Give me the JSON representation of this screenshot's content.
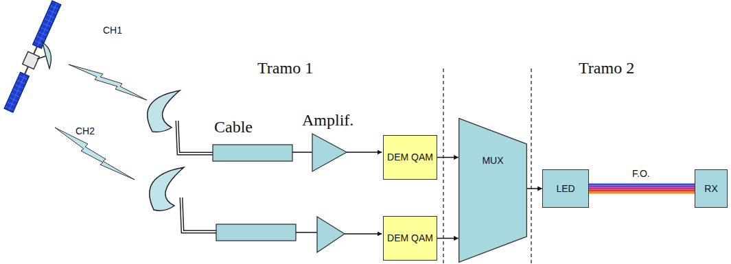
{
  "diagram": {
    "nodes": [
      {
        "text": [
          "DEM QAM"
        ]
      },
      {
        "text": [
          "DEM QAM"
        ]
      },
      {
        "text": [
          "MUX"
        ]
      },
      {
        "text": [
          "LED"
        ]
      },
      {
        "text": [
          "RX"
        ]
      }
    ],
    "edges": [
      {
        "from": 0,
        "to": 2,
        "arrow": "to"
      },
      {
        "from": 1,
        "to": 2,
        "arrow": "to"
      },
      {
        "from": 2,
        "to": 3,
        "arrow": "to"
      },
      {
        "from": 3,
        "to": 4,
        "arrow": "none",
        "label": "F.O."
      }
    ],
    "labels": [
      "CH1",
      "CH2",
      "Tramo 1",
      "Cable",
      "Amplif.",
      "Tramo 2"
    ]
  }
}
